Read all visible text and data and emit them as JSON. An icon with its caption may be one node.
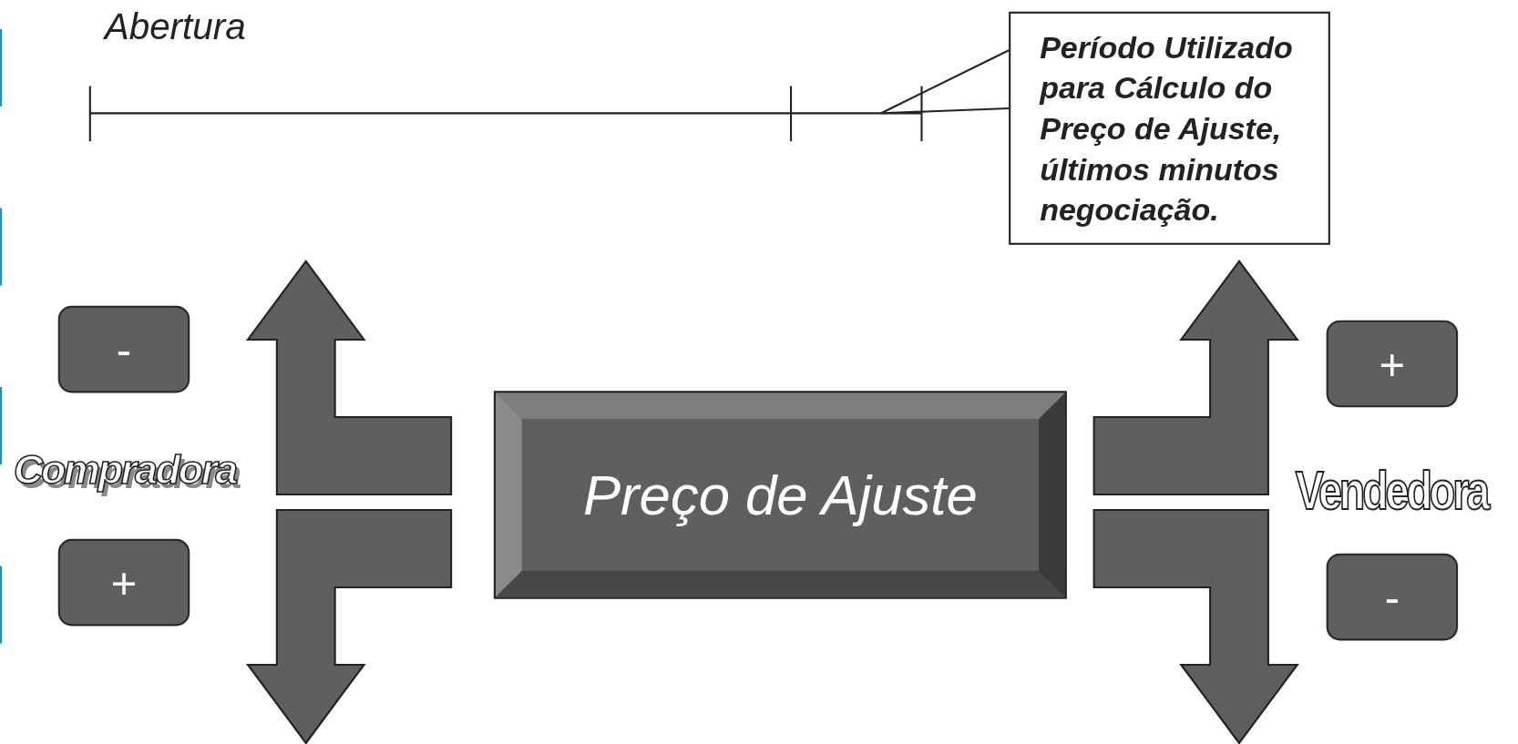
{
  "diagram": {
    "nodes": [
      {
        "text": [
          "Período Utilizado para Cálculo do Preço de Ajuste, últimos minutos negociação."
        ]
      },
      {
        "text": [
          "Preço de Ajuste"
        ]
      },
      {
        "text": [
          "-"
        ]
      },
      {
        "text": [
          "+"
        ]
      },
      {
        "text": [
          "+"
        ]
      },
      {
        "text": [
          "-"
        ]
      },
      {
        "text": [],
        "shape": "bar"
      }
    ],
    "edges": [
      {
        "from": 0,
        "to": 6,
        "arrow": "none"
      },
      {
        "from": 1,
        "to": 2,
        "arrow": "to"
      },
      {
        "from": 1,
        "to": 3,
        "arrow": "to"
      },
      {
        "from": 1,
        "to": 4,
        "arrow": "to"
      },
      {
        "from": 1,
        "to": 5,
        "arrow": "to"
      }
    ],
    "labels": [
      "Abertura",
      "Compradora",
      "Vendedora"
    ]
  }
}
